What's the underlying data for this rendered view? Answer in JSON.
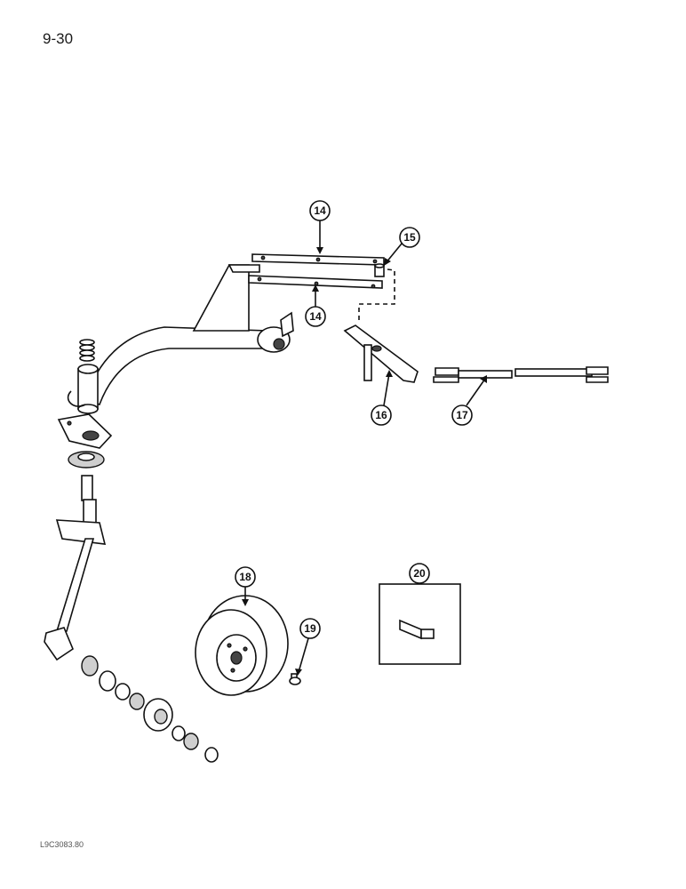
{
  "page": {
    "number": "9-30",
    "ref_code": "L9C3083.80"
  },
  "callouts": [
    {
      "id": "c14a",
      "label": "14"
    },
    {
      "id": "c14b",
      "label": "14"
    },
    {
      "id": "c15",
      "label": "15"
    },
    {
      "id": "c16",
      "label": "16"
    },
    {
      "id": "c17",
      "label": "17"
    },
    {
      "id": "c18",
      "label": "18"
    },
    {
      "id": "c19",
      "label": "19"
    },
    {
      "id": "c20",
      "label": "20"
    }
  ]
}
